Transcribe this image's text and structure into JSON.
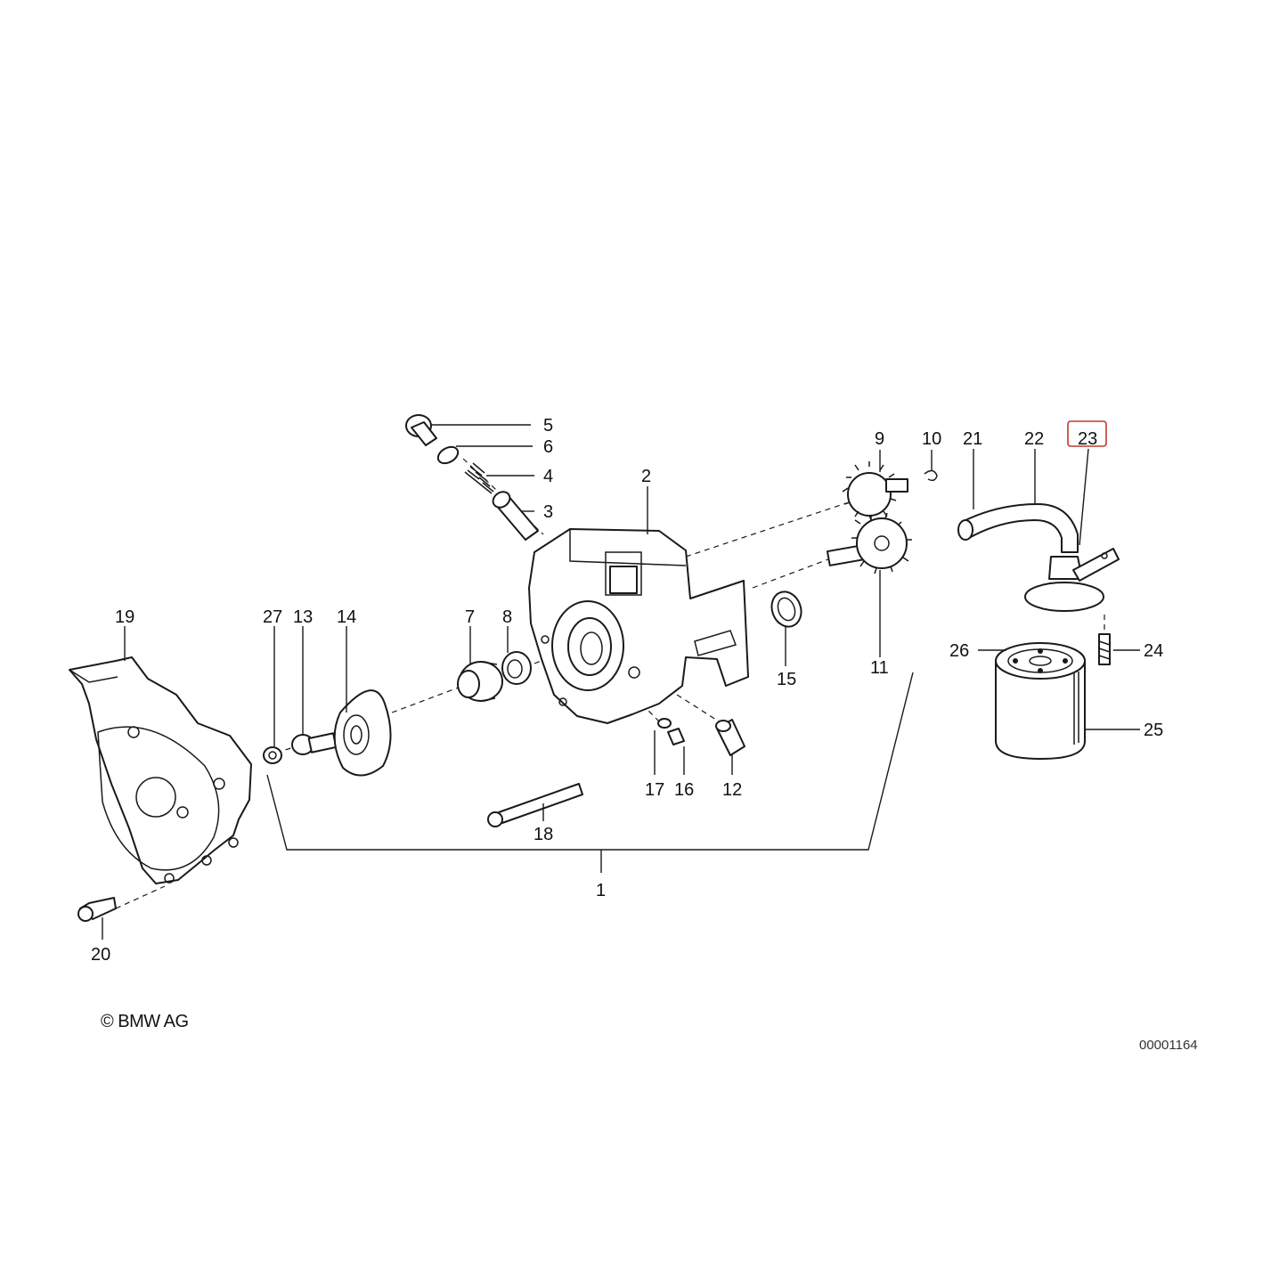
{
  "diagram": {
    "highlight_color": "#c0392b",
    "highlighted_label": "23",
    "labels": {
      "p1": "1",
      "p2": "2",
      "p3": "3",
      "p4": "4",
      "p5": "5",
      "p6": "6",
      "p7": "7",
      "p8": "8",
      "p9": "9",
      "p10": "10",
      "p11": "11",
      "p12": "12",
      "p13": "13",
      "p14": "14",
      "p15": "15",
      "p16": "16",
      "p17": "17",
      "p18": "18",
      "p19": "19",
      "p20": "20",
      "p21": "21",
      "p22": "22",
      "p23": "23",
      "p24": "24",
      "p25": "25",
      "p26": "26",
      "p27": "27"
    }
  },
  "footer": {
    "copyright": "© BMW AG",
    "document_number": "00001164"
  }
}
